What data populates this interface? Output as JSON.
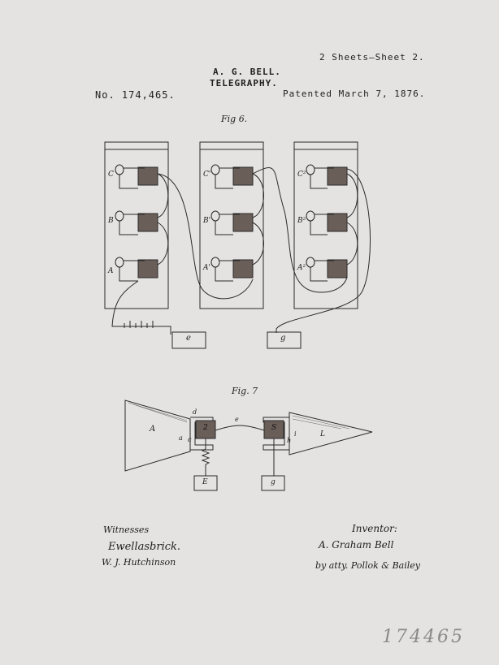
{
  "header": {
    "sheets": "2 Sheets—Sheet 2.",
    "inventor": "A. G. BELL.",
    "title": "TELEGRAPHY.",
    "patent_number": "No. 174,465.",
    "patented": "Patented March 7, 1876."
  },
  "fig6": {
    "caption": "Fig 6.",
    "col1_labels": [
      "C",
      "B",
      "A"
    ],
    "col2_labels": [
      "C'",
      "B'",
      "A'"
    ],
    "col3_labels": [
      "C²",
      "B²",
      "A²"
    ],
    "box_e": "e",
    "box_g": "g"
  },
  "fig7": {
    "caption": "Fig. 7",
    "cone_left": "A",
    "cone_right": "L",
    "label_d": "d",
    "label_a": "a",
    "label_c": "c",
    "label_e": "e",
    "label_h": "h",
    "label_i": "i",
    "magnet_left": "2",
    "magnet_right": "S",
    "box_E": "E",
    "box_g": "g"
  },
  "footer": {
    "witnesses_label": "Witnesses",
    "witness_1": "Ewellasbrick.",
    "witness_2": "W. J. Hutchinson",
    "inventor_label": "Inventor:",
    "inventor_signature": "A. Graham Bell",
    "attorney_signature": "by atty. Pollok & Bailey",
    "handwritten_number": "174465"
  }
}
